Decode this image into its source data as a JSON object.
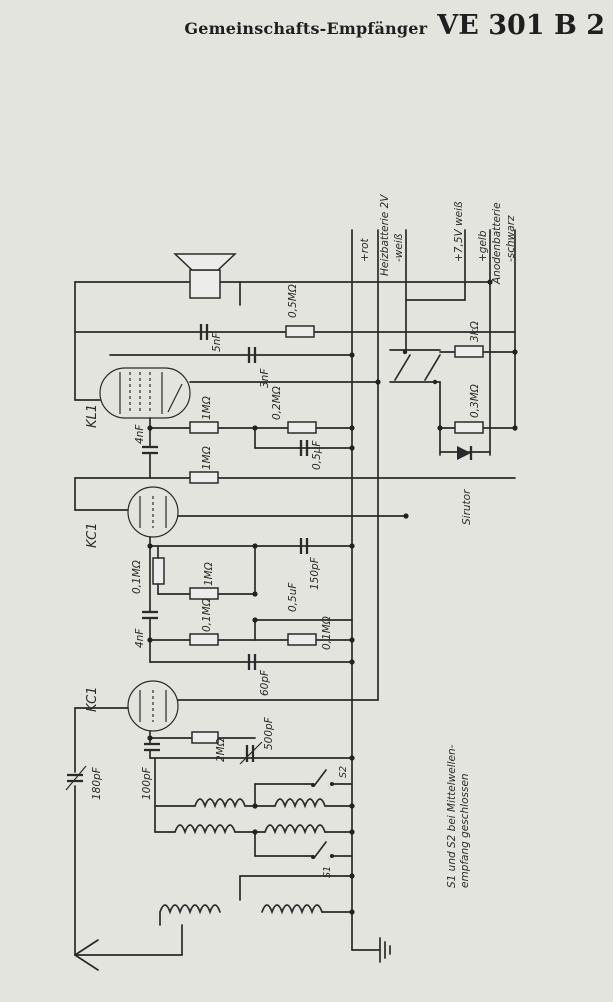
{
  "header": {
    "subtitle": "Gemeinschafts-Empfänger",
    "model": "VE 301 B 2"
  },
  "tubes": {
    "kl1": "KL1",
    "kc1_top": "KC1",
    "kc1_bottom": "KC1"
  },
  "terminals": {
    "red": "+rot",
    "heater_battery": "Heizbatterie 2V",
    "white": "-weiß",
    "plus_75": "+7,5V weiß",
    "yellow": "+gelb",
    "anode_battery": "Anodenbatterie",
    "black": "-schwarz"
  },
  "components": {
    "r_05m": "0,5MΩ",
    "c_5nf": "5nF",
    "c_3nf": "3nF",
    "r_3k": "3kΩ",
    "r_1m_a": "1MΩ",
    "r_02m": "0,2MΩ",
    "c_05uf_a": "0,5µF",
    "r_03m": "0,3MΩ",
    "c_4nf_a": "4nF",
    "r_1m_b": "1MΩ",
    "sirutor": "Sirutor",
    "r_01m_a": "0,1MΩ",
    "r_1m_c": "1MΩ",
    "c_05uf_b": "0,5uF",
    "c_150pf": "150pF",
    "c_4nf_b": "4nF",
    "r_01m_b": "0,1MΩ",
    "r_01m_c": "0,1MΩ",
    "c_60pf": "60pF",
    "c_180pf": "180pF",
    "r_2m": "2MΩ",
    "c_500pf": "500pF",
    "c_100pf": "100pF",
    "s2": "S2",
    "s1": "S1"
  },
  "note": {
    "line1": "S1 und S2 bei Mittelwellen-",
    "line2": "empfang geschlossen"
  },
  "colors": {
    "paper": "#e4e4df",
    "ink": "#2a2a2a"
  }
}
